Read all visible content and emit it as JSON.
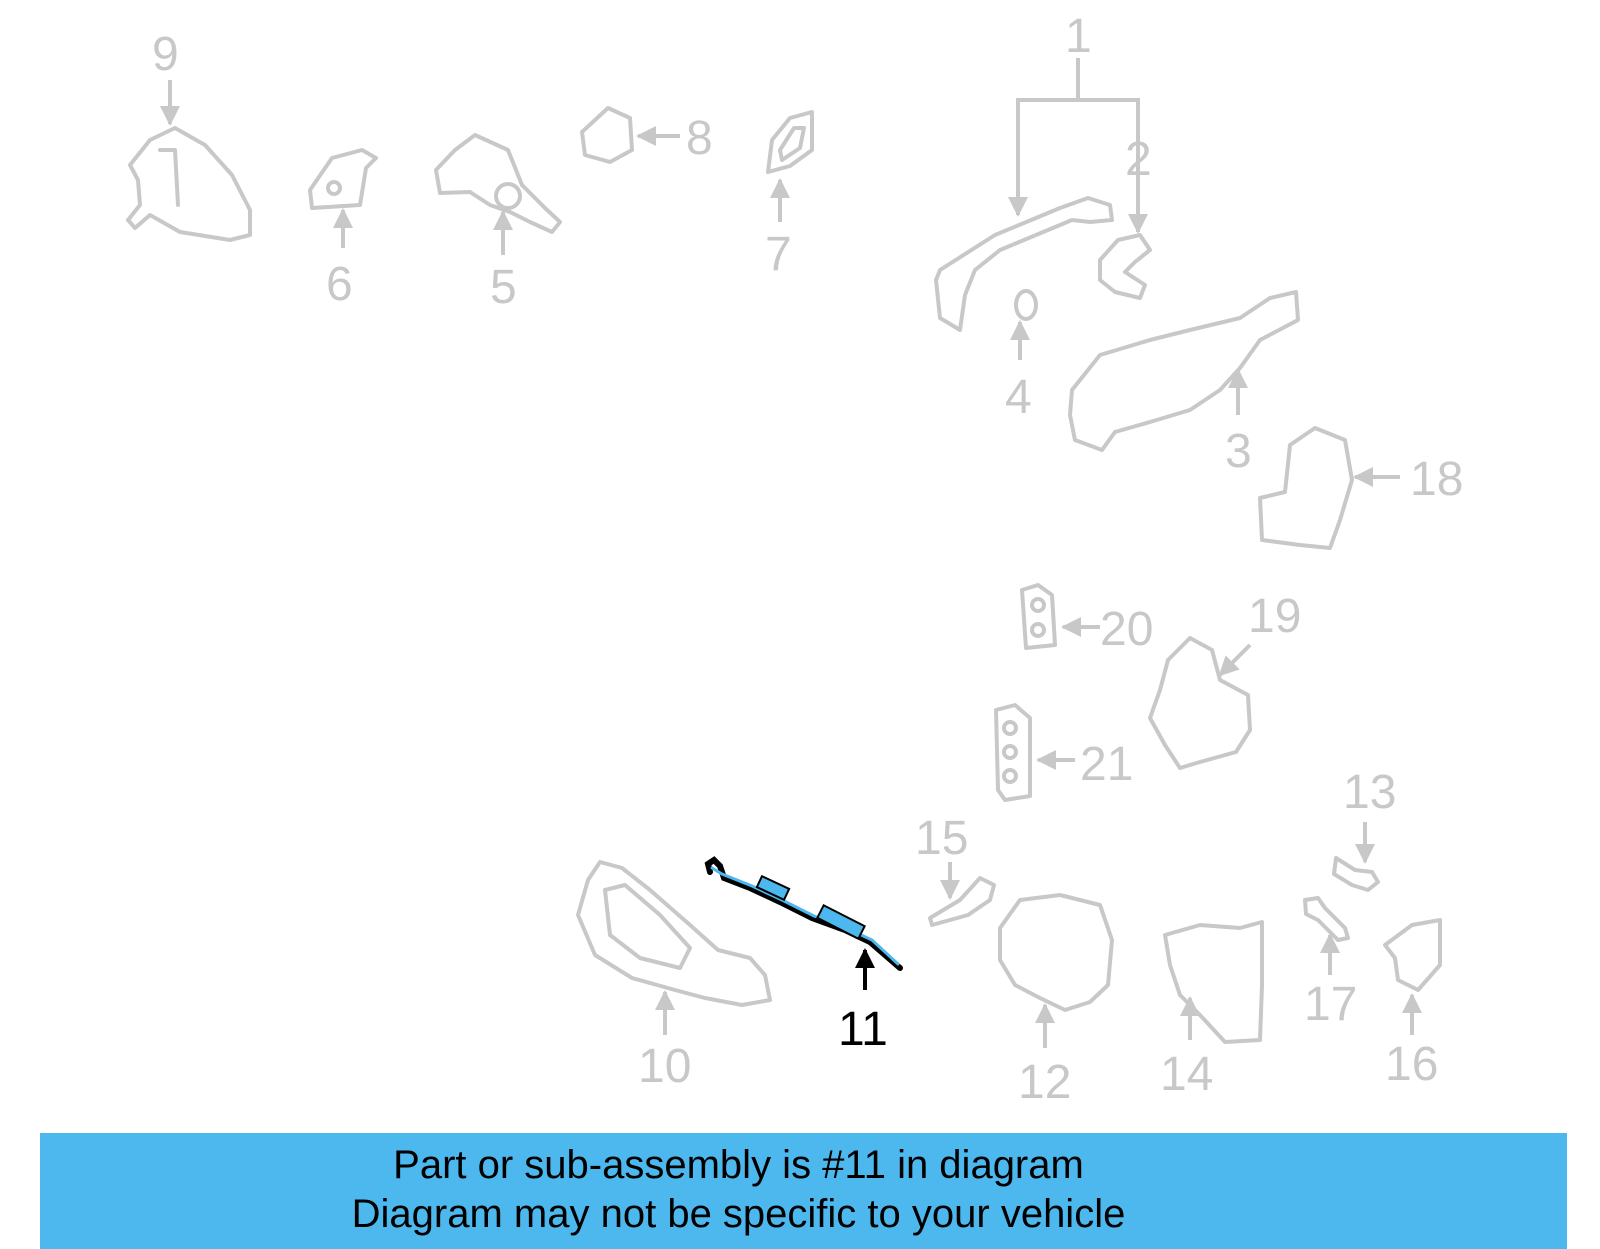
{
  "diagram": {
    "callouts": [
      "1",
      "2",
      "3",
      "4",
      "5",
      "6",
      "7",
      "8",
      "9",
      "10",
      "11",
      "12",
      "13",
      "14",
      "15",
      "16",
      "17",
      "18",
      "19",
      "20",
      "21"
    ],
    "highlighted_callout": "11",
    "colors": {
      "inactive": "#c8c8c8",
      "highlight_part": "#4cb8ee",
      "highlight_text": "#000000",
      "banner_bg": "#4cb8ee"
    }
  },
  "banner": {
    "line1": "Part or sub-assembly is #11 in diagram",
    "line2": "Diagram may not be specific to your vehicle"
  }
}
